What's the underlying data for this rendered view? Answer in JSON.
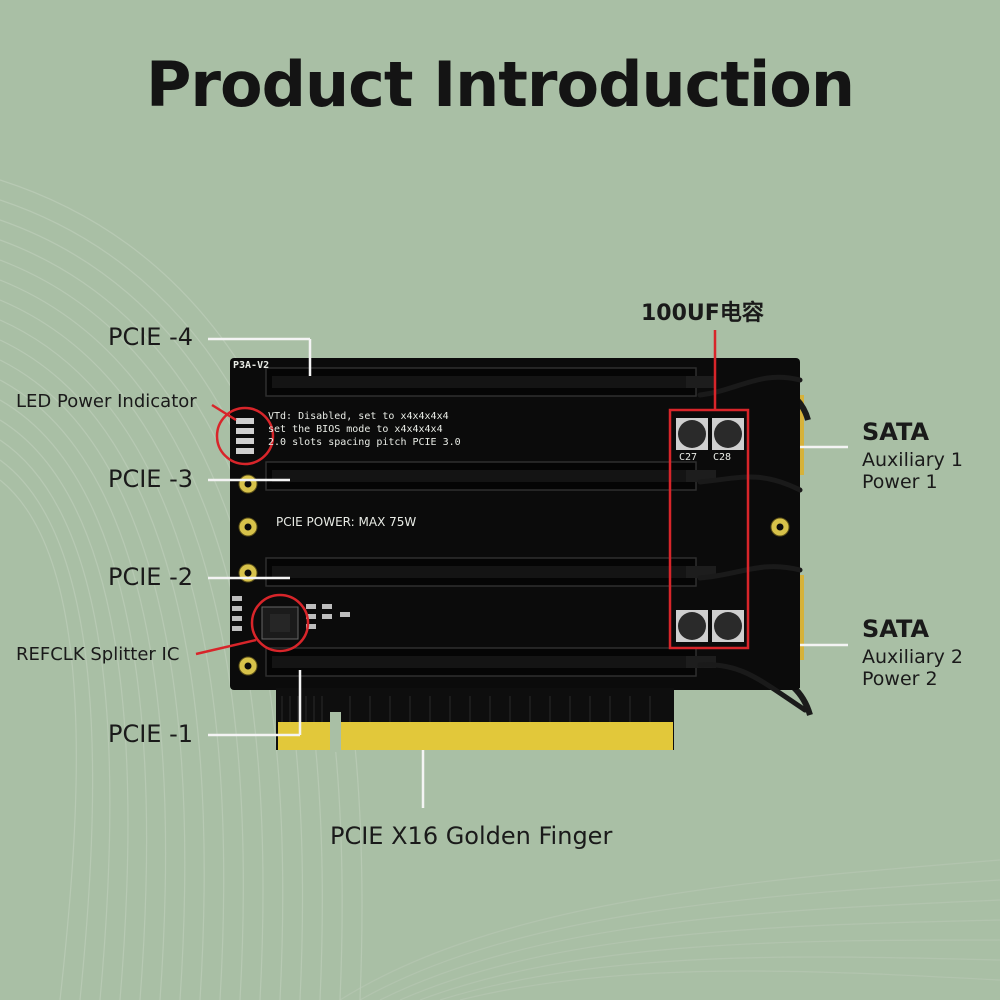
{
  "title": "Product Introduction",
  "labels": {
    "pcie4": "PCIE -4",
    "led": "LED Power Indicator",
    "pcie3": "PCIE -3",
    "pcie2": "PCIE -2",
    "refclk": "REFCLK Splitter IC",
    "pcie1": "PCIE -1",
    "golden": "PCIE X16 Golden Finger",
    "capacitor": "100UF电容",
    "sata1_title": "SATA",
    "sata1_line2": "Auxiliary 1",
    "sata1_line3": "Power 1",
    "sata2_title": "SATA",
    "sata2_line2": "Auxiliary 2",
    "sata2_line3": "Power 2"
  },
  "board": {
    "model": "P3A-V2",
    "note_line1": "VTd: Disabled, set to x4x4x4x4",
    "note_line2": "set the BIOS mode to x4x4x4x4",
    "note_line3": "2.0 slots spacing pitch PCIE 3.0",
    "power": "PCIE POWER: MAX 75W",
    "cap1": "C27",
    "cap2": "C28"
  },
  "colors": {
    "background": "#a9bfa5",
    "pcb": "#0b0b0b",
    "gold": "#e2c83a",
    "highlight": "#d8252a"
  }
}
